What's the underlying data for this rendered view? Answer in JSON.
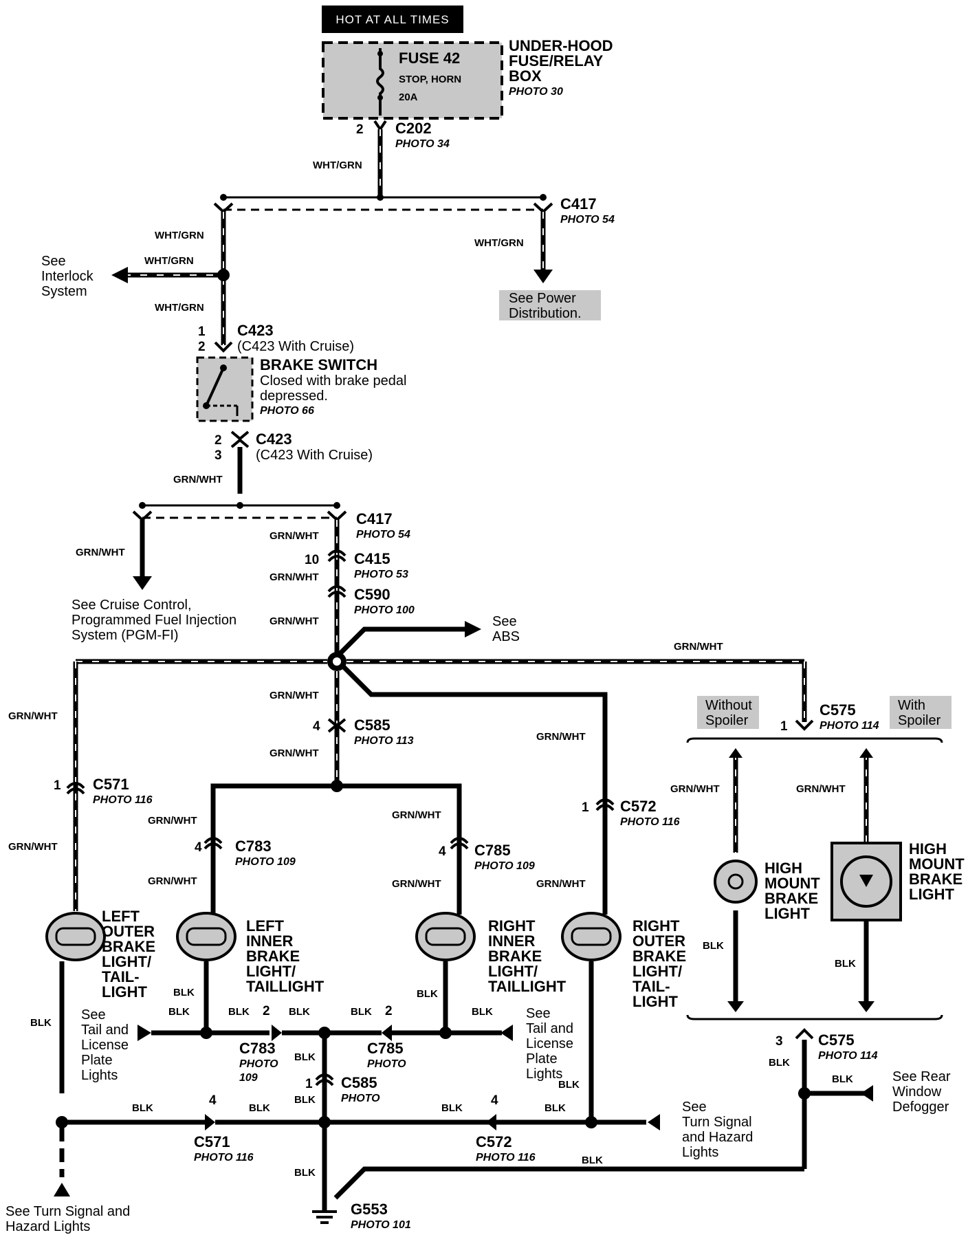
{
  "header": {
    "hot_label": "HOT AT ALL TIMES"
  },
  "fuse_box": {
    "title_line1": "UNDER-HOOD",
    "title_line2": "FUSE/RELAY",
    "title_line3": "BOX",
    "photo": "PHOTO 30",
    "fuse_name": "FUSE 42",
    "fuse_desc": "STOP, HORN",
    "fuse_rating": "20A"
  },
  "connectors": {
    "c202": {
      "name": "C202",
      "photo": "PHOTO 34",
      "pin": "2"
    },
    "c417_top": {
      "name": "C417",
      "photo": "PHOTO 54"
    },
    "c423_top": {
      "name": "C423",
      "alt": "(C423 With Cruise)",
      "pin1": "1",
      "pin2": "2"
    },
    "c423_bot": {
      "name": "C423",
      "alt": "(C423 With Cruise)",
      "pin1": "2",
      "pin2": "3"
    },
    "c417_mid": {
      "name": "C417",
      "photo": "PHOTO 54"
    },
    "c415": {
      "name": "C415",
      "photo": "PHOTO 53",
      "pin": "10"
    },
    "c590": {
      "name": "C590",
      "photo": "PHOTO 100"
    },
    "c585_top": {
      "name": "C585",
      "photo": "PHOTO 113",
      "pin": "4"
    },
    "c575_top": {
      "name": "C575",
      "photo": "PHOTO 114",
      "pin": "1"
    },
    "c571_top": {
      "name": "C571",
      "photo": "PHOTO 116",
      "pin": "1"
    },
    "c572_top": {
      "name": "C572",
      "photo": "PHOTO 116",
      "pin": "1"
    },
    "c783_top": {
      "name": "C783",
      "photo": "PHOTO 109",
      "pin": "4"
    },
    "c785_top": {
      "name": "C785",
      "photo": "PHOTO 109",
      "pin": "4"
    },
    "c783_bot": {
      "name": "C783",
      "photo1": "PHOTO",
      "photo2": "109",
      "pin": "2"
    },
    "c785_bot": {
      "name": "C785",
      "photo": "PHOTO",
      "pin": "2"
    },
    "c585_bot": {
      "name": "C585",
      "photo": "PHOTO",
      "pin": "1"
    },
    "c571_bot": {
      "name": "C571",
      "photo": "PHOTO 116",
      "pin": "4"
    },
    "c572_bot": {
      "name": "C572",
      "photo": "PHOTO 116",
      "pin": "4"
    },
    "c575_bot": {
      "name": "C575",
      "photo": "PHOTO 114",
      "pin": "3"
    },
    "g553": {
      "name": "G553",
      "photo": "PHOTO 101"
    }
  },
  "wires": {
    "wht_grn": "WHT/GRN",
    "grn_wht": "GRN/WHT",
    "blk": "BLK"
  },
  "brake_switch": {
    "title": "BRAKE SWITCH",
    "desc1": "Closed with brake pedal",
    "desc2": "depressed.",
    "photo": "PHOTO 66"
  },
  "refs": {
    "interlock": [
      "See",
      "Interlock",
      "System"
    ],
    "power": [
      "See Power",
      "Distribution."
    ],
    "cruise": [
      "See Cruise Control,",
      "Programmed Fuel Injection",
      "System (PGM-FI)"
    ],
    "abs": [
      "See",
      "ABS"
    ],
    "tail_left": [
      "See",
      "Tail and",
      "License",
      "Plate",
      "Lights"
    ],
    "tail_right": [
      "See",
      "Tail and",
      "License",
      "Plate",
      "Lights"
    ],
    "turn_right": [
      "See",
      "Turn Signal",
      "and Hazard",
      "Lights"
    ],
    "turn_bottom": [
      "See Turn Signal and",
      "Hazard Lights"
    ],
    "rear_window": [
      "See Rear",
      "Window",
      "Defogger"
    ]
  },
  "spoiler": {
    "without": [
      "Without",
      "Spoiler"
    ],
    "with": [
      "With",
      "Spoiler"
    ]
  },
  "lights": {
    "left_outer": [
      "LEFT",
      "OUTER",
      "BRAKE",
      "LIGHT/",
      "TAIL-",
      "LIGHT"
    ],
    "left_inner": [
      "LEFT",
      "INNER",
      "BRAKE",
      "LIGHT/",
      "TAILLIGHT"
    ],
    "right_inner": [
      "RIGHT",
      "INNER",
      "BRAKE",
      "LIGHT/",
      "TAILLIGHT"
    ],
    "right_outer": [
      "RIGHT",
      "OUTER",
      "BRAKE",
      "LIGHT/",
      "TAIL-",
      "LIGHT"
    ],
    "hm_without": [
      "HIGH",
      "MOUNT",
      "BRAKE",
      "LIGHT"
    ],
    "hm_with": [
      "HIGH",
      "MOUNT",
      "BRAKE",
      "LIGHT"
    ]
  }
}
